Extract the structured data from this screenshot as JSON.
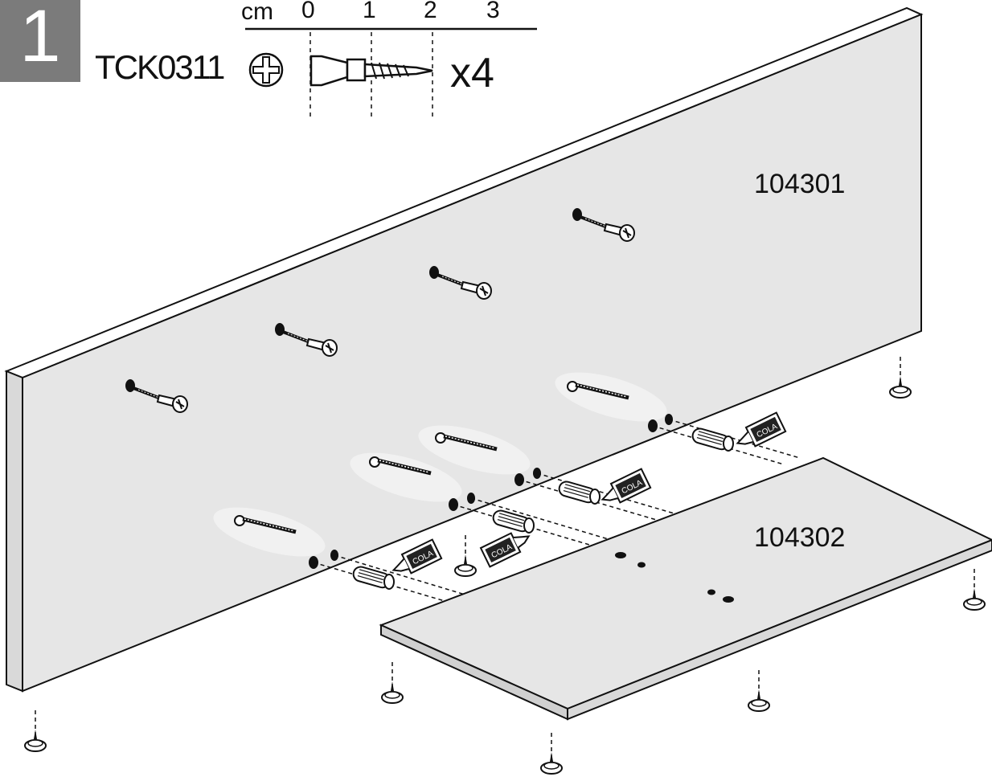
{
  "step": {
    "number": "1"
  },
  "hardware": {
    "code": "TCK0311",
    "quantity": "x4",
    "head_type_icon": "phillips-head-icon",
    "part_icon": "screw-icon"
  },
  "ruler": {
    "unit": "cm",
    "ticks": [
      "0",
      "1",
      "2",
      "3"
    ]
  },
  "panels": {
    "back_panel_code": "104301",
    "bottom_panel_code": "104302"
  },
  "glue": {
    "label": "COLA"
  },
  "colors": {
    "panel_fill": "#e6e6e6",
    "highlight": "#efefef",
    "ink": "#1a1a1a",
    "step_box": "#7b7b7b"
  }
}
